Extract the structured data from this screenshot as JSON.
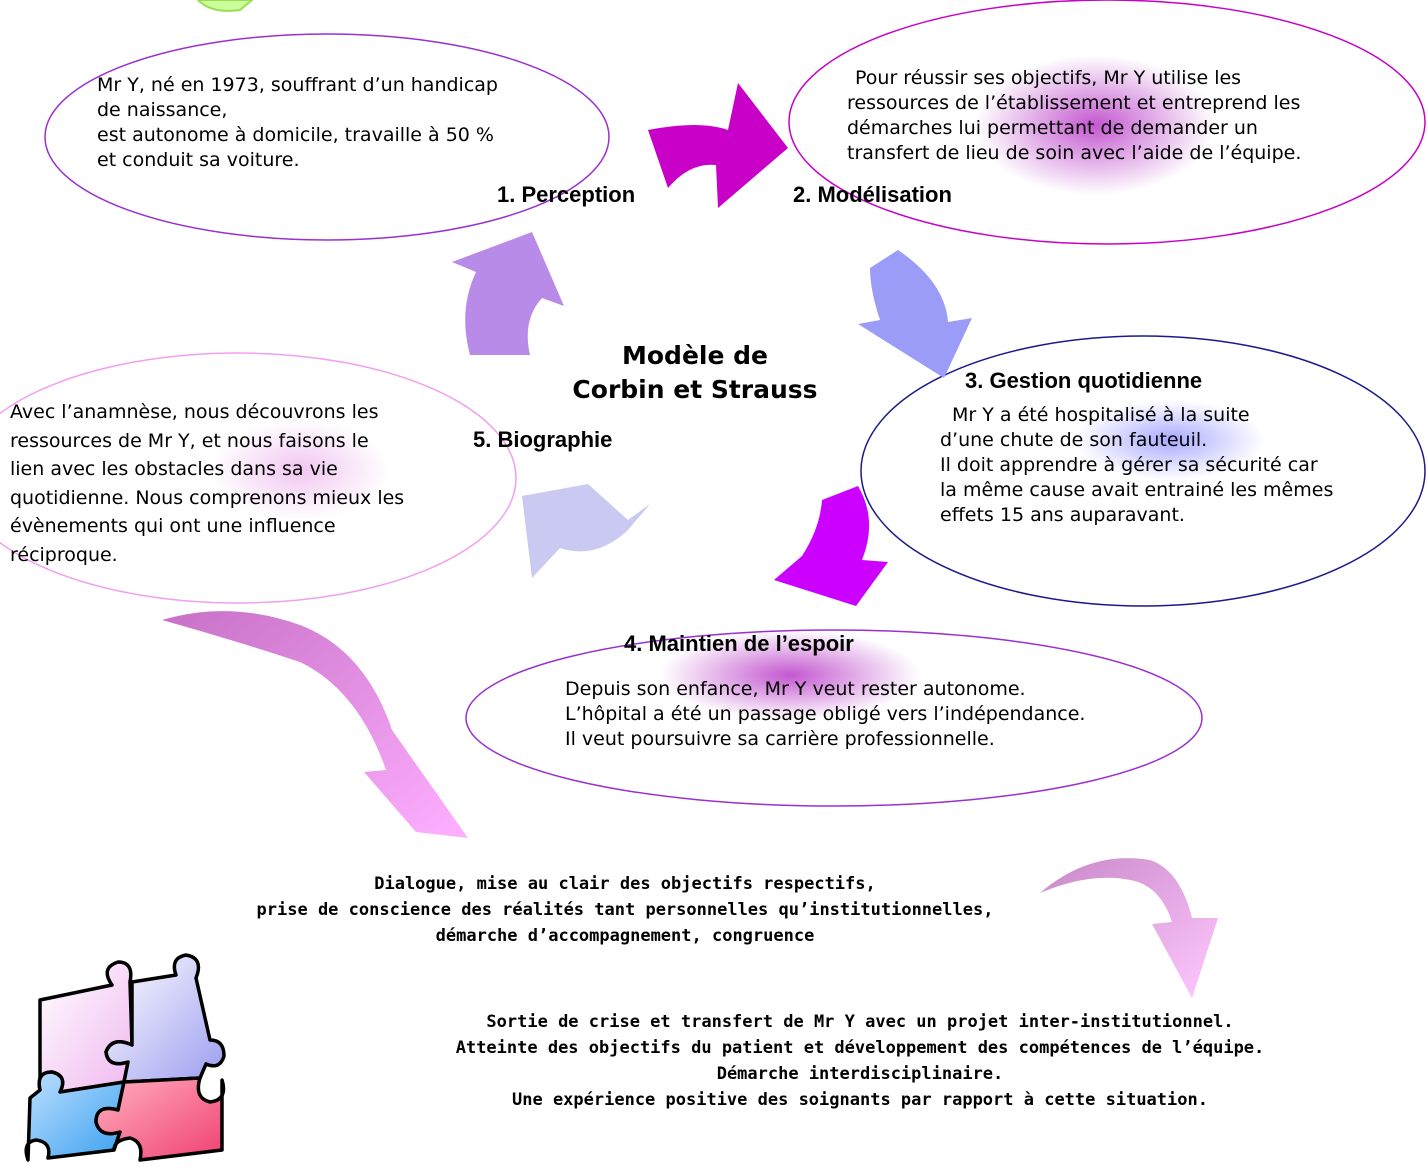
{
  "title": {
    "line1": "Modèle de",
    "line2": "Corbin et Strauss"
  },
  "stages": {
    "perception": {
      "label": "1. Perception",
      "lines": [
        "Mr Y, né en 1973, souffrant d’un handicap",
        "de naissance,",
        "est autonome à domicile, travaille à 50 %",
        "et conduit sa voiture."
      ]
    },
    "modelisation": {
      "label": "2. Modélisation",
      "lines": [
        "Pour réussir ses objectifs, Mr Y utilise les",
        "ressources de l’établissement et entreprend les",
        "démarches lui permettant de demander un",
        "transfert de lieu de soin avec l’aide de l’équipe."
      ]
    },
    "gestion": {
      "label": "3. Gestion quotidienne",
      "lines": [
        "Mr Y a été hospitalisé à la suite",
        "d’une chute de son fauteuil.",
        "Il doit apprendre à gérer sa sécurité car",
        "la même cause avait entrainé les mêmes",
        "effets 15 ans auparavant."
      ]
    },
    "espoir": {
      "label": "4. Maintien de l’espoir",
      "lines": [
        "Depuis son enfance, Mr Y veut rester autonome.",
        "L’hôpital a été un passage obligé vers l’indépendance.",
        "Il veut poursuivre sa carrière professionnelle."
      ]
    },
    "biographie": {
      "label": "5. Biographie",
      "lines": [
        "Avec l’anamnèse, nous découvrons les",
        "ressources de Mr Y,  et nous faisons le",
        "lien avec les obstacles dans sa vie",
        "quotidienne. Nous comprenons mieux les",
        "évènements qui ont une influence",
        "réciproque."
      ]
    }
  },
  "dialogue": {
    "lines": [
      "Dialogue, mise au clair des objectifs respectifs,",
      "prise de conscience des réalités tant personnelles qu’institutionnelles,",
      "démarche d’accompagnement, congruence"
    ]
  },
  "conclusion": {
    "lines": [
      "Sortie de crise et transfert de Mr Y  avec un projet inter-institutionnel.",
      "Atteinte des objectifs du patient et développement des compétences de l’équipe.",
      "Démarche interdisciplinaire.",
      "Une expérience positive des soignants par rapport à cette situation."
    ]
  },
  "colors": {
    "arrow_magenta": "#c800c8",
    "arrow_lilac": "#b98be8",
    "arrow_periwinkle": "#9a9cf8",
    "arrow_violet": "#cc00ff",
    "arrow_pale": "#c9c9f2",
    "arrow_pink_dark": "#c770c7",
    "arrow_pink_light": "#ffb0ff",
    "ellipse_purple": "#9b30d0",
    "ellipse_navy": "#1a1a8c",
    "ellipse_pink": "#f0a0f0"
  },
  "icons": [
    "puzzle-icon"
  ]
}
